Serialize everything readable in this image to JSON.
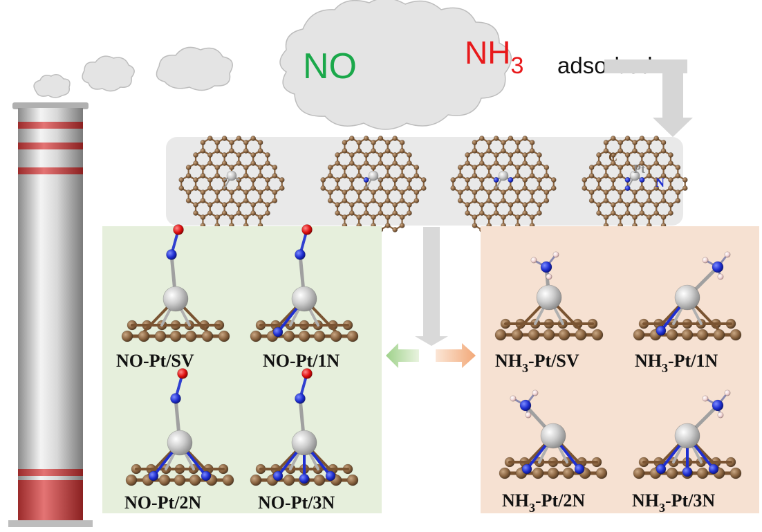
{
  "cloud": {
    "gas1": "NO",
    "gas2_main": "NH",
    "gas2_sub": "3",
    "adsorbed": "adsorbed"
  },
  "substrate_labels": {
    "carbon": "C",
    "platinum": "Pt",
    "nitrogen": "N"
  },
  "no_panel": {
    "labels": [
      "NO-Pt/SV",
      "NO-Pt/1N",
      "NO-Pt/2N",
      "NO-Pt/3N"
    ]
  },
  "nh3_panel": {
    "labels": [
      {
        "main": "NH",
        "sub": "3",
        "rest": "-Pt/SV"
      },
      {
        "main": "NH",
        "sub": "3",
        "rest": "-Pt/1N"
      },
      {
        "main": "NH",
        "sub": "3",
        "rest": "-Pt/2N"
      },
      {
        "main": "NH",
        "sub": "3",
        "rest": "-Pt/3N"
      }
    ]
  },
  "colors": {
    "no_text": "#1aa84a",
    "nh3_text": "#e8191b",
    "carbon": "#8a6a4a",
    "nitrogen": "#1f2fd0",
    "oxygen": "#e01010",
    "hydrogen": "#f0d0d0",
    "platinum": "#cfcfcf",
    "no_panel_bg": "#e6efdc",
    "nh3_panel_bg": "#f6e1d2",
    "substrate_bg": "#e9e9e9",
    "arrow": "#d6d6d6",
    "chimney_stripe": "#c85050"
  },
  "icons": {
    "chimney": "chimney-icon",
    "smoke": "smoke-cloud-icon"
  }
}
